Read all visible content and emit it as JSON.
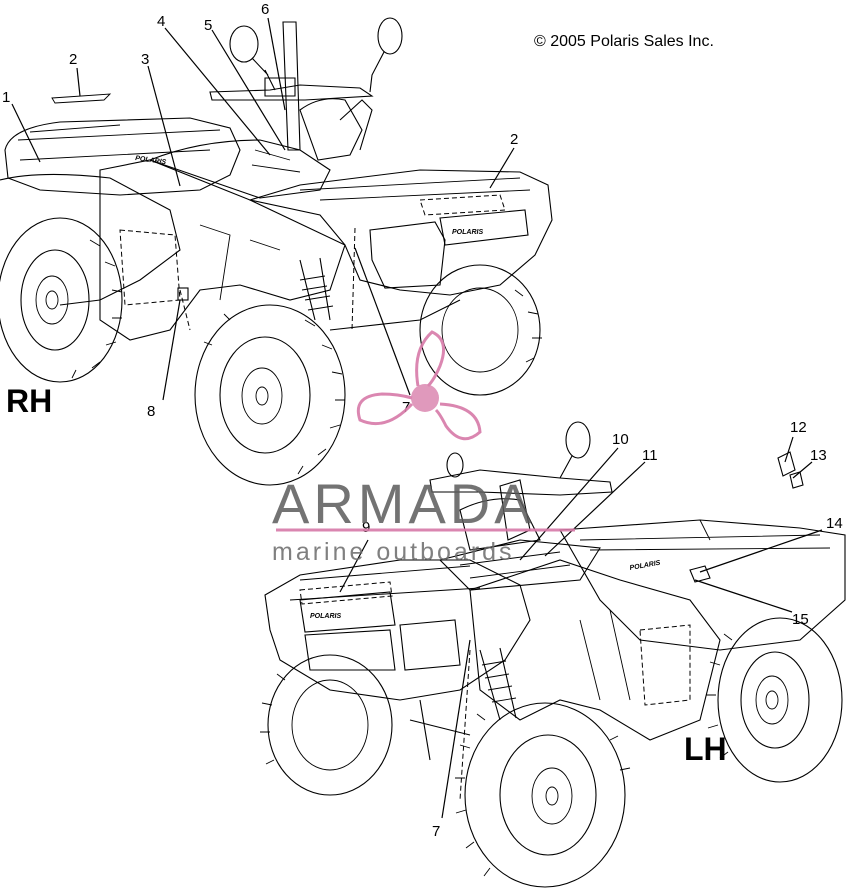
{
  "copyright": "© 2005 Polaris Sales Inc.",
  "views": {
    "right": {
      "label": "RH"
    },
    "left": {
      "label": "LH"
    }
  },
  "callouts": [
    {
      "id": "c1",
      "text": "1"
    },
    {
      "id": "c2a",
      "text": "2"
    },
    {
      "id": "c3",
      "text": "3"
    },
    {
      "id": "c4",
      "text": "4"
    },
    {
      "id": "c5",
      "text": "5"
    },
    {
      "id": "c6",
      "text": "6"
    },
    {
      "id": "c2b",
      "text": "2"
    },
    {
      "id": "c7a",
      "text": "7"
    },
    {
      "id": "c8",
      "text": "8"
    },
    {
      "id": "c9",
      "text": "9"
    },
    {
      "id": "c10",
      "text": "10"
    },
    {
      "id": "c11",
      "text": "11"
    },
    {
      "id": "c12",
      "text": "12"
    },
    {
      "id": "c13",
      "text": "13"
    },
    {
      "id": "c14",
      "text": "14"
    },
    {
      "id": "c15",
      "text": "15"
    },
    {
      "id": "c7b",
      "text": "7"
    }
  ],
  "decal_brand": "POLARIS",
  "watermark": {
    "title": "ARMADA",
    "subtitle": "marine outboards",
    "color": "#d77aa8"
  }
}
